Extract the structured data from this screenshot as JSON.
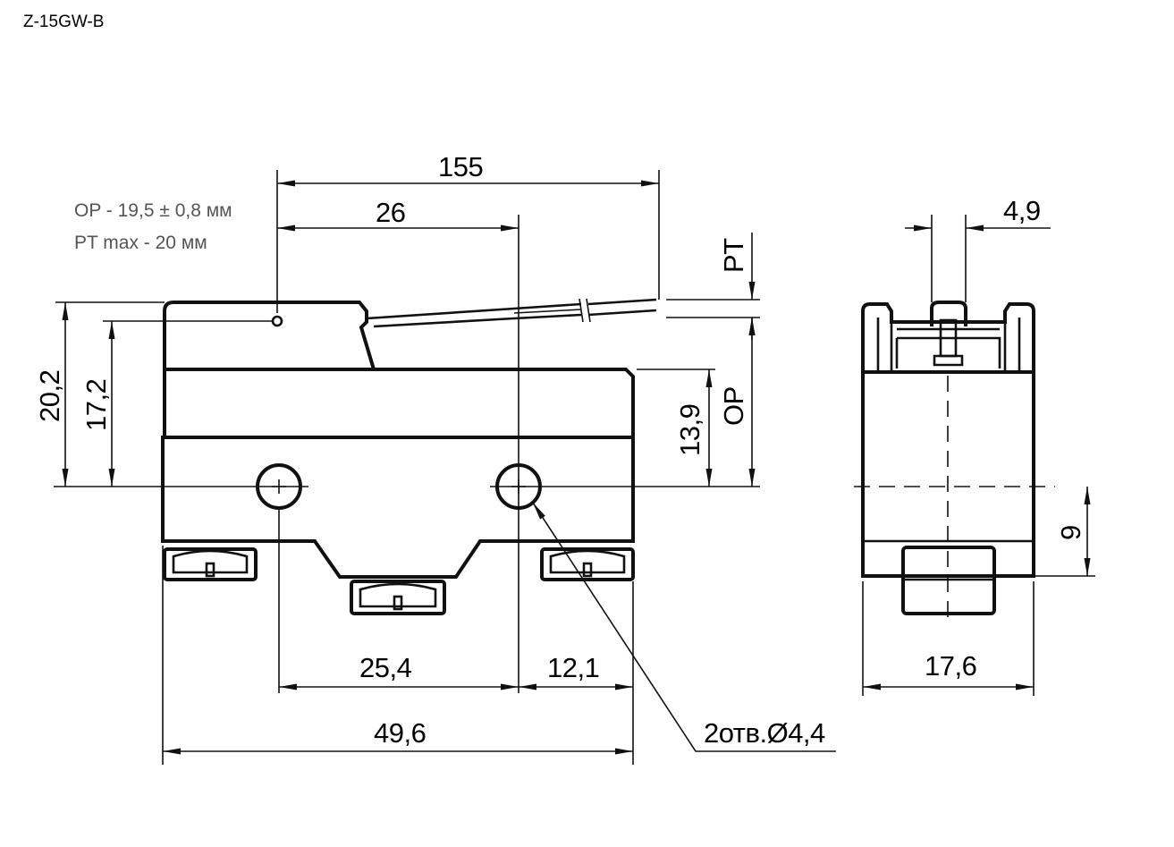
{
  "title": "Z-15GW-B",
  "notes": {
    "op": "OP - 19,5 ± 0,8 мм",
    "pt": "PT max - 20 мм"
  },
  "dimensions": {
    "lever_length": "155",
    "pin_offset": "26",
    "pt": "PT",
    "op": "OP",
    "height_total": "20,2",
    "height_pin": "17,2",
    "height_body": "13,9",
    "hole_spacing": "25,4",
    "hole_edge": "12,1",
    "body_length": "49,6",
    "holes": "2отв.Ø4,4",
    "plunger_width": "4,9",
    "side_offset": "9",
    "side_width": "17,6"
  }
}
